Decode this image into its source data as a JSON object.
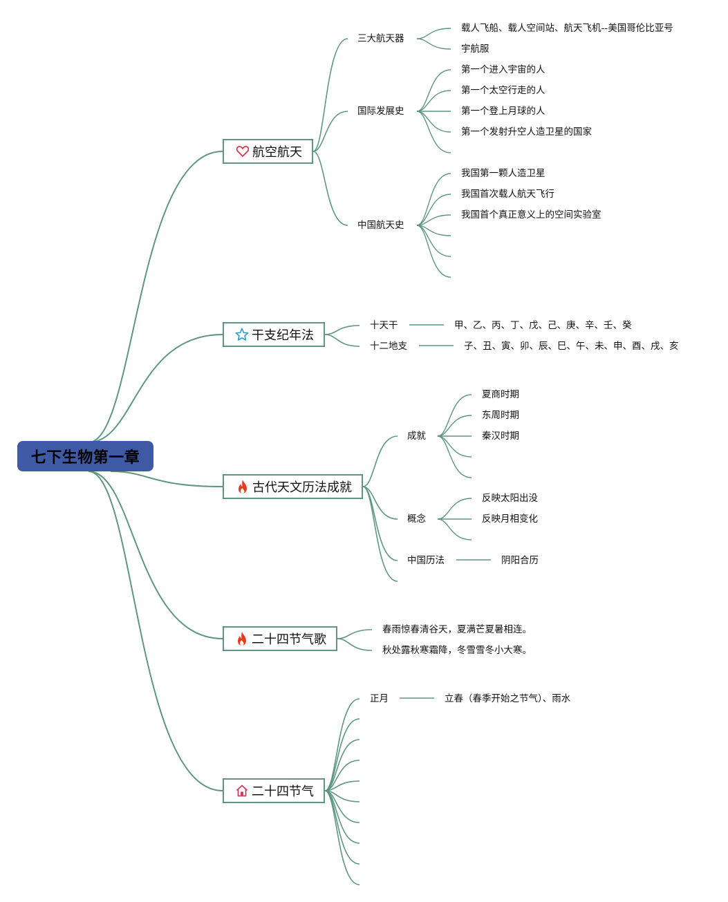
{
  "root": {
    "title": "七下生物第一章"
  },
  "branches": {
    "aero": {
      "title": "航空航天",
      "icon": "heart-icon",
      "sub1": {
        "label": "三大航天器",
        "items": [
          "载人飞船、载人空间站、航天飞机--美国哥伦比亚号",
          "宇航服"
        ]
      },
      "sub2": {
        "label": "国际发展史",
        "items": [
          "第一个进入宇宙的人",
          "第一个太空行走的人",
          "第一个登上月球的人",
          "第一个发射升空人造卫星的国家"
        ]
      },
      "sub3": {
        "label": "中国航天史",
        "items": [
          "我国第一颗人造卫星",
          "我国首次载人航天飞行",
          "我国首个真正意义上的空间实验室"
        ]
      }
    },
    "ganzhi": {
      "title": "干支纪年法",
      "icon": "star-icon",
      "sub1": {
        "label": "十天干",
        "value": "甲、乙、丙、丁、戊、己、庚、辛、壬、癸"
      },
      "sub2": {
        "label": "十二地支",
        "value": "子、丑、寅、卯、辰、巳、午、未、申、酉、戌、亥"
      }
    },
    "calendar": {
      "title": "古代天文历法成就",
      "icon": "fire-icon",
      "sub1": {
        "label": "成就",
        "items": [
          "夏商时期",
          "东周时期",
          "秦汉时期"
        ]
      },
      "sub2": {
        "label": "概念",
        "items": [
          "反映太阳出没",
          "反映月相变化"
        ]
      },
      "sub3": {
        "label": "中国历法",
        "value": "阴阳合历"
      }
    },
    "song": {
      "title": "二十四节气歌",
      "icon": "fire-icon",
      "lines": [
        "春雨惊春清谷天，夏满芒夏暑相连。",
        "秋处露秋寒霜降，冬雪雪冬小大寒。"
      ]
    },
    "terms": {
      "title": "二十四节气",
      "icon": "home-icon",
      "sub1": {
        "label": "正月",
        "value": "立春（春季开始之节气）、雨水"
      }
    }
  },
  "colors": {
    "root": "#3e5aa5",
    "line": "#5e9583",
    "heart": "#d9363e",
    "star": "#2e9ad0",
    "fire": "#e63a1f",
    "home": "#d23a63"
  }
}
